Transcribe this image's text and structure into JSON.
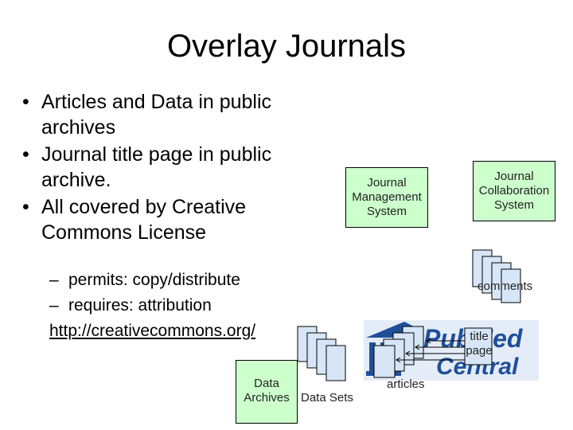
{
  "slide": {
    "title": "Overlay Journals",
    "bullets": [
      "Articles and Data in public archives",
      "Journal title page in public archive.",
      "All covered by Creative Commons License"
    ],
    "sub_bullets": [
      "permits:  copy/distribute",
      "requires: attribution"
    ],
    "link": "http://creativecommons.org/"
  },
  "diagram": {
    "jms_label": "Journal\nManagement\nSystem",
    "jcs_label": "Journal\nCollaboration\nSystem",
    "comments_label": "comments",
    "title_page_label": "title\npage",
    "articles_label": "articles",
    "data_archives_label": "Data\nArchives",
    "data_sets_label": "Data Sets",
    "pmc_logo_text": "PubMed Central",
    "colors": {
      "box_fill": "#ccffcc",
      "doc_fill": "#d6e6f7",
      "logo_blue": "#1f4f9a"
    }
  }
}
